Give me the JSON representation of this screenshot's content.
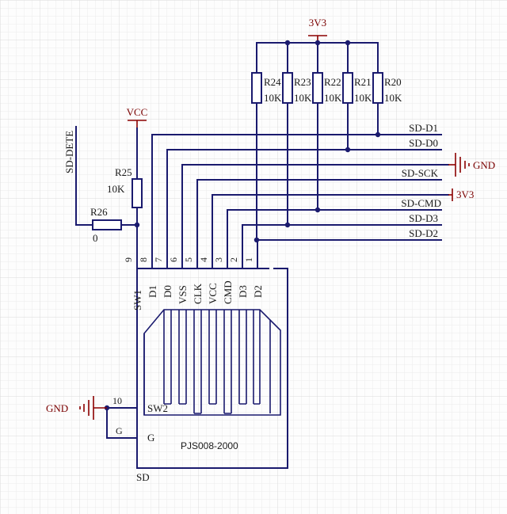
{
  "power": {
    "v3v3_top": "3V3",
    "vcc": "VCC",
    "gnd_right": "GND",
    "v3v3_right": "3V3",
    "gnd_left": "GND"
  },
  "resistors": [
    {
      "ref": "R24",
      "value": "10K"
    },
    {
      "ref": "R23",
      "value": "10K"
    },
    {
      "ref": "R22",
      "value": "10K"
    },
    {
      "ref": "R21",
      "value": "10K"
    },
    {
      "ref": "R20",
      "value": "10K"
    }
  ],
  "r25": {
    "ref": "R25",
    "value": "10K"
  },
  "r26": {
    "ref": "R26",
    "value": "0"
  },
  "detect_net": "SD-DETE",
  "nets": [
    "SD-D1",
    "SD-D0",
    "SD-SCK",
    "SD-CMD",
    "SD-D3",
    "SD-D2"
  ],
  "connector": {
    "pin_numbers": [
      "9",
      "8",
      "7",
      "6",
      "5",
      "4",
      "3",
      "2",
      "1"
    ],
    "pin_names": [
      "SW1",
      "D1",
      "D0",
      "VSS",
      "CLK",
      "VCC",
      "CMD",
      "D3",
      "D2"
    ],
    "sw2_pin_number": "10",
    "sw2_name": "SW2",
    "g_pin_number": "G",
    "g_name": "G",
    "part_number": "PJS008-2000",
    "designator": "SD"
  }
}
